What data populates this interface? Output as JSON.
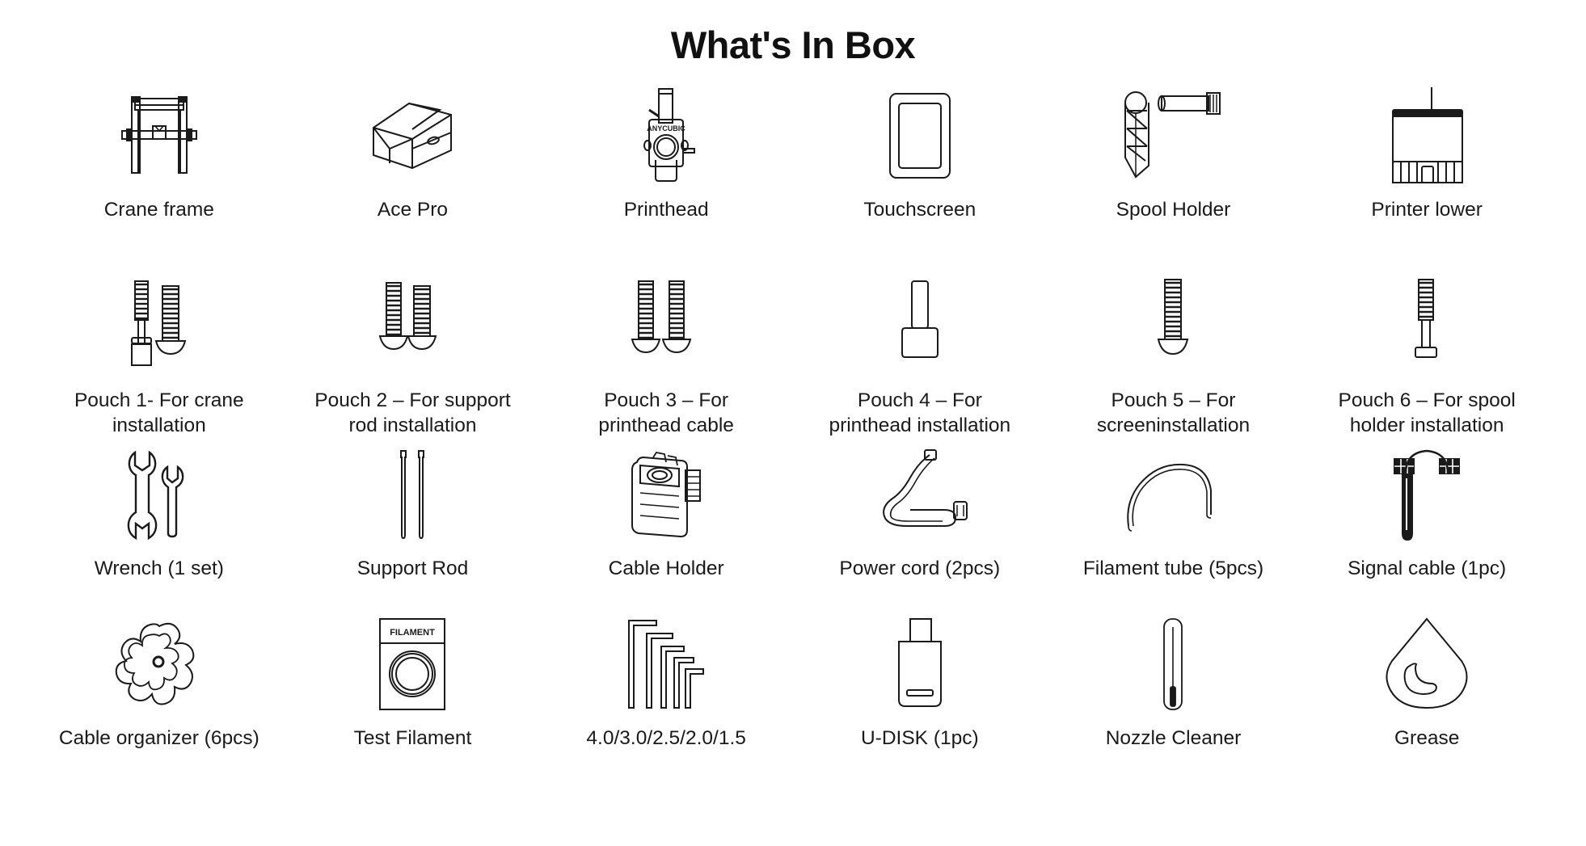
{
  "page": {
    "title": "What's In Box",
    "background_color": "#ffffff",
    "line_color": "#1a1a1a",
    "text_color": "#1a1a1a"
  },
  "items": [
    {
      "id": "crane-frame",
      "label": "Crane frame",
      "icon": "crane-frame-icon"
    },
    {
      "id": "ace-pro",
      "label": "Ace Pro",
      "icon": "ace-pro-box-icon"
    },
    {
      "id": "printhead",
      "label": "Printhead",
      "icon": "printhead-icon",
      "icon_text": "ANYCUBIC"
    },
    {
      "id": "touchscreen",
      "label": "Touchscreen",
      "icon": "touchscreen-icon"
    },
    {
      "id": "spool-holder",
      "label": "Spool Holder",
      "icon": "spool-holder-icon"
    },
    {
      "id": "printer-lower",
      "label": "Printer lower",
      "icon": "printer-lower-icon"
    },
    {
      "id": "pouch-1",
      "label": "Pouch 1- For crane installation",
      "icon": "screws-pair-icon"
    },
    {
      "id": "pouch-2",
      "label": "Pouch 2 – For support rod installation",
      "icon": "screws-pair-icon"
    },
    {
      "id": "pouch-3",
      "label": "Pouch 3 – For printhead cable",
      "icon": "screws-pair-icon"
    },
    {
      "id": "pouch-4",
      "label": "Pouch 4 – For printhead installation",
      "icon": "single-bolt-icon"
    },
    {
      "id": "pouch-5",
      "label": "Pouch 5 – For screeninstallation",
      "icon": "single-screw-icon"
    },
    {
      "id": "pouch-6",
      "label": "Pouch 6 – For spool holder installation",
      "icon": "single-screw-icon"
    },
    {
      "id": "wrench",
      "label": "Wrench (1 set)",
      "icon": "wrench-pair-icon"
    },
    {
      "id": "support-rod",
      "label": "Support Rod",
      "icon": "support-rod-icon"
    },
    {
      "id": "cable-holder",
      "label": "Cable Holder",
      "icon": "cable-holder-icon"
    },
    {
      "id": "power-cord",
      "label": "Power cord (2pcs)",
      "icon": "power-cord-icon"
    },
    {
      "id": "filament-tube",
      "label": "Filament tube (5pcs)",
      "icon": "filament-tube-icon"
    },
    {
      "id": "signal-cable",
      "label": "Signal cable (1pc)",
      "icon": "signal-cable-icon"
    },
    {
      "id": "cable-organizer",
      "label": "Cable organizer (6pcs)",
      "icon": "cable-organizer-icon"
    },
    {
      "id": "test-filament",
      "label": "Test Filament",
      "icon": "filament-spool-box-icon",
      "icon_text": "FILAMENT"
    },
    {
      "id": "allen-keys",
      "label": "4.0/3.0/2.5/2.0/1.5",
      "icon": "allen-keys-icon"
    },
    {
      "id": "u-disk",
      "label": "U-DISK (1pc)",
      "icon": "usb-drive-icon"
    },
    {
      "id": "nozzle-cleaner",
      "label": "Nozzle Cleaner",
      "icon": "nozzle-cleaner-icon"
    },
    {
      "id": "grease",
      "label": "Grease",
      "icon": "grease-droplet-icon"
    }
  ]
}
